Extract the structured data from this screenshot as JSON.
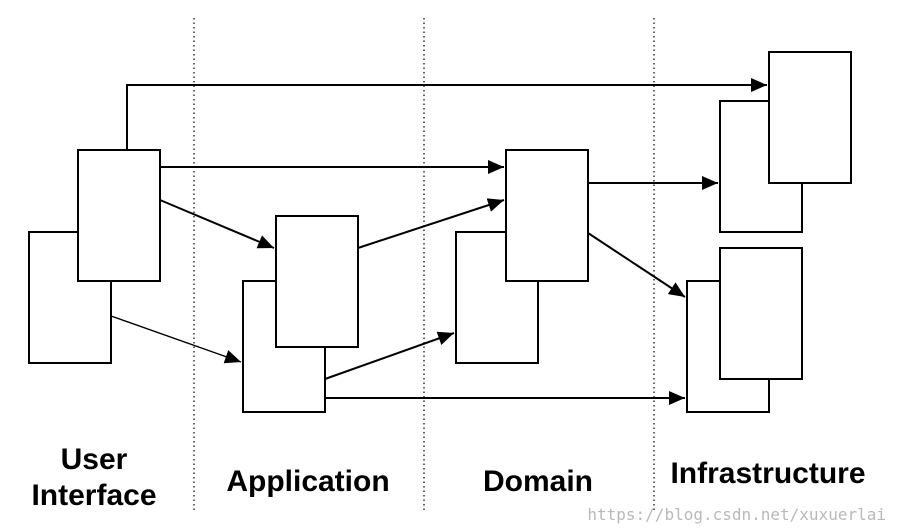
{
  "layers": [
    {
      "id": "ui",
      "lines": [
        "User",
        "Interface"
      ]
    },
    {
      "id": "application",
      "lines": [
        "Application"
      ]
    },
    {
      "id": "domain",
      "lines": [
        "Domain"
      ]
    },
    {
      "id": "infrastructure",
      "lines": [
        "Infrastructure"
      ]
    }
  ],
  "watermark": "https://blog.csdn.net/xuxuerlai",
  "colors": {
    "stroke": "#000000",
    "background": "#ffffff",
    "watermark": "#b9b9b9"
  }
}
